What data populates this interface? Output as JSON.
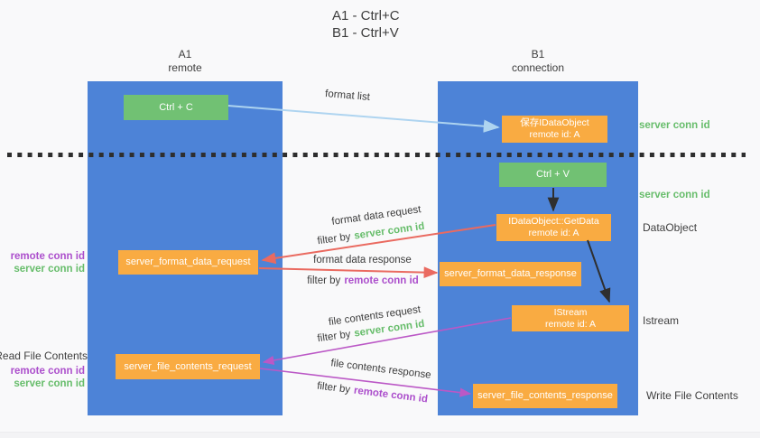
{
  "title": {
    "line1": "A1 - Ctrl+C",
    "line2": "B1 - Ctrl+V"
  },
  "columns": {
    "left": {
      "name": "A1",
      "role": "remote"
    },
    "right": {
      "name": "B1",
      "role": "connection"
    }
  },
  "nodes": {
    "ctrl_c": {
      "label": "Ctrl + C"
    },
    "ctrl_v": {
      "label": "Ctrl + V"
    },
    "save_dataobject": {
      "line1": "保存IDataObject",
      "line2": "remote id: A"
    },
    "getdata": {
      "line1": "IDataObject::GetData",
      "line2": "remote id: A"
    },
    "istream": {
      "line1": "IStream",
      "line2": "remote id: A"
    },
    "format_request": {
      "label": "server_format_data_request"
    },
    "format_response": {
      "label": "server_format_data_response"
    },
    "file_request": {
      "label": "server_file_contents_request"
    },
    "file_response": {
      "label": "server_file_contents_response"
    }
  },
  "edges": {
    "format_list": {
      "label": "format list"
    },
    "format_data_request": {
      "label": "format data request",
      "filter_prefix": "filter by",
      "filter_key": "server conn id"
    },
    "format_data_response": {
      "label": "format data response",
      "filter_prefix": "filter by",
      "filter_key": "remote conn id"
    },
    "file_contents_request": {
      "label": "file contents request",
      "filter_prefix": "filter by",
      "filter_key": "server conn id"
    },
    "file_contents_response": {
      "label": "file contents response",
      "filter_prefix": "filter by",
      "filter_key": "remote conn id"
    }
  },
  "side_labels": {
    "right_top_server_conn_id": "server conn id",
    "right_mid_server_conn_id": "server conn id",
    "dataobject": "DataObject",
    "istream": "Istream",
    "write_file_contents": "Write File Contents",
    "left_mid": {
      "remote": "remote conn id",
      "server": "server conn id"
    },
    "left_bottom": {
      "read": "Read File Contents",
      "remote": "remote conn id",
      "server": "server conn id"
    }
  },
  "colors": {
    "column_blue": "#4d83d7",
    "node_green": "#71c173",
    "node_orange": "#f9ab42",
    "arrow_red": "#ea6a60",
    "arrow_purple": "#bb58c6",
    "arrow_light_blue": "#aed4f0",
    "arrow_black": "#2f2f2f",
    "text_green": "#67bd6b",
    "text_purple": "#ac4fcc",
    "text_dark": "#3d3d3d"
  }
}
